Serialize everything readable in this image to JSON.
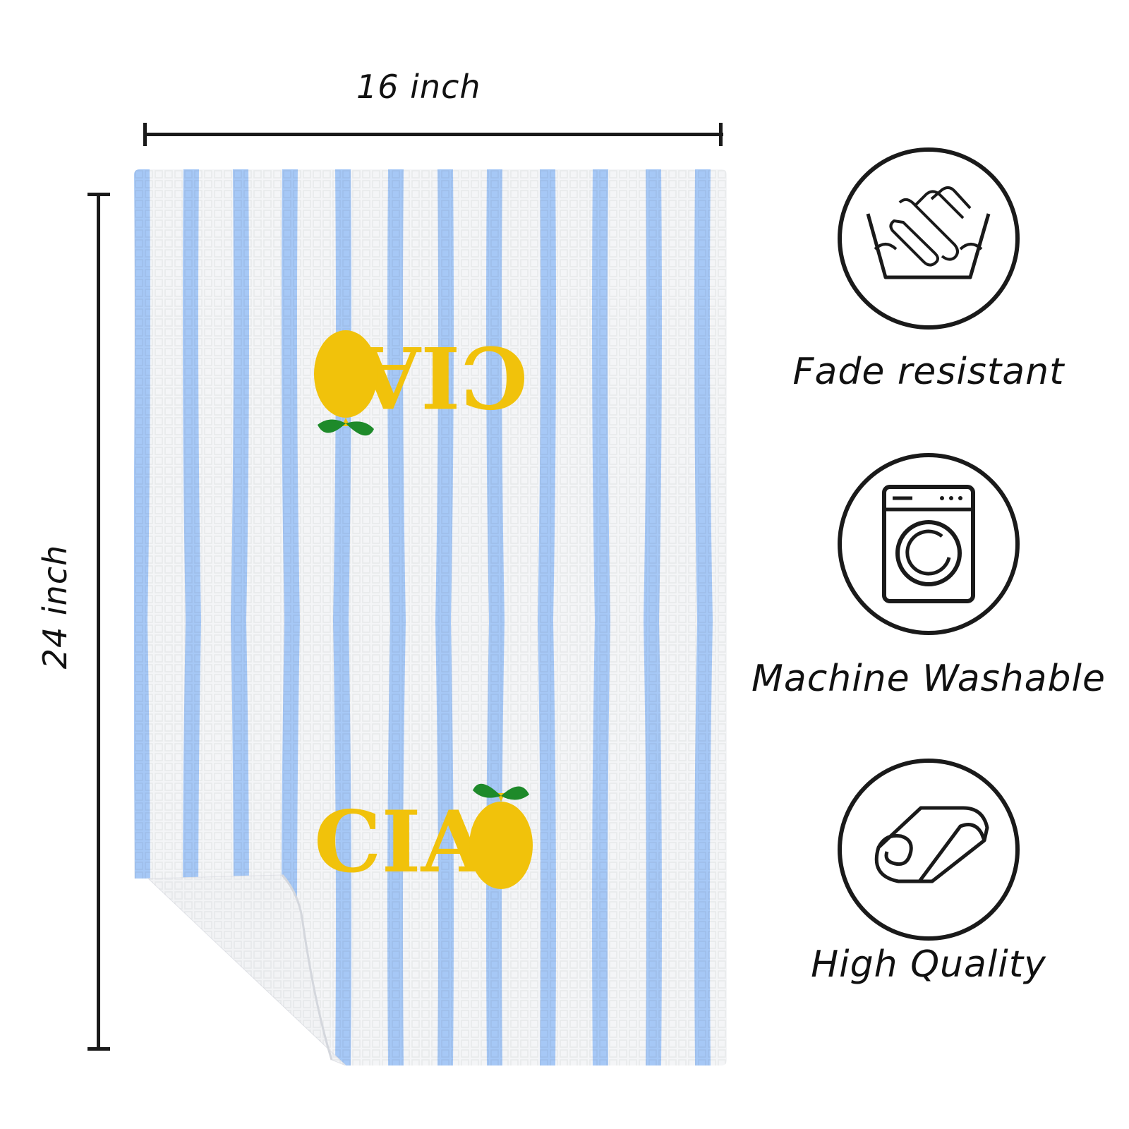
{
  "dimensions": {
    "width_label": "16 inch",
    "height_label": "24 inch"
  },
  "towel": {
    "text_top": "CIA",
    "text_bottom": "CIA",
    "colors": {
      "stripe": "#a6c8f6",
      "base": "#f4f5f7",
      "lemon": "#f1c20b",
      "leaf": "#1e8a2a"
    }
  },
  "features": [
    {
      "icon": "hand-wash-icon",
      "label": "Fade resistant"
    },
    {
      "icon": "washing-machine-icon",
      "label": "Machine Washable"
    },
    {
      "icon": "rolled-towel-icon",
      "label": "High Quality"
    }
  ]
}
